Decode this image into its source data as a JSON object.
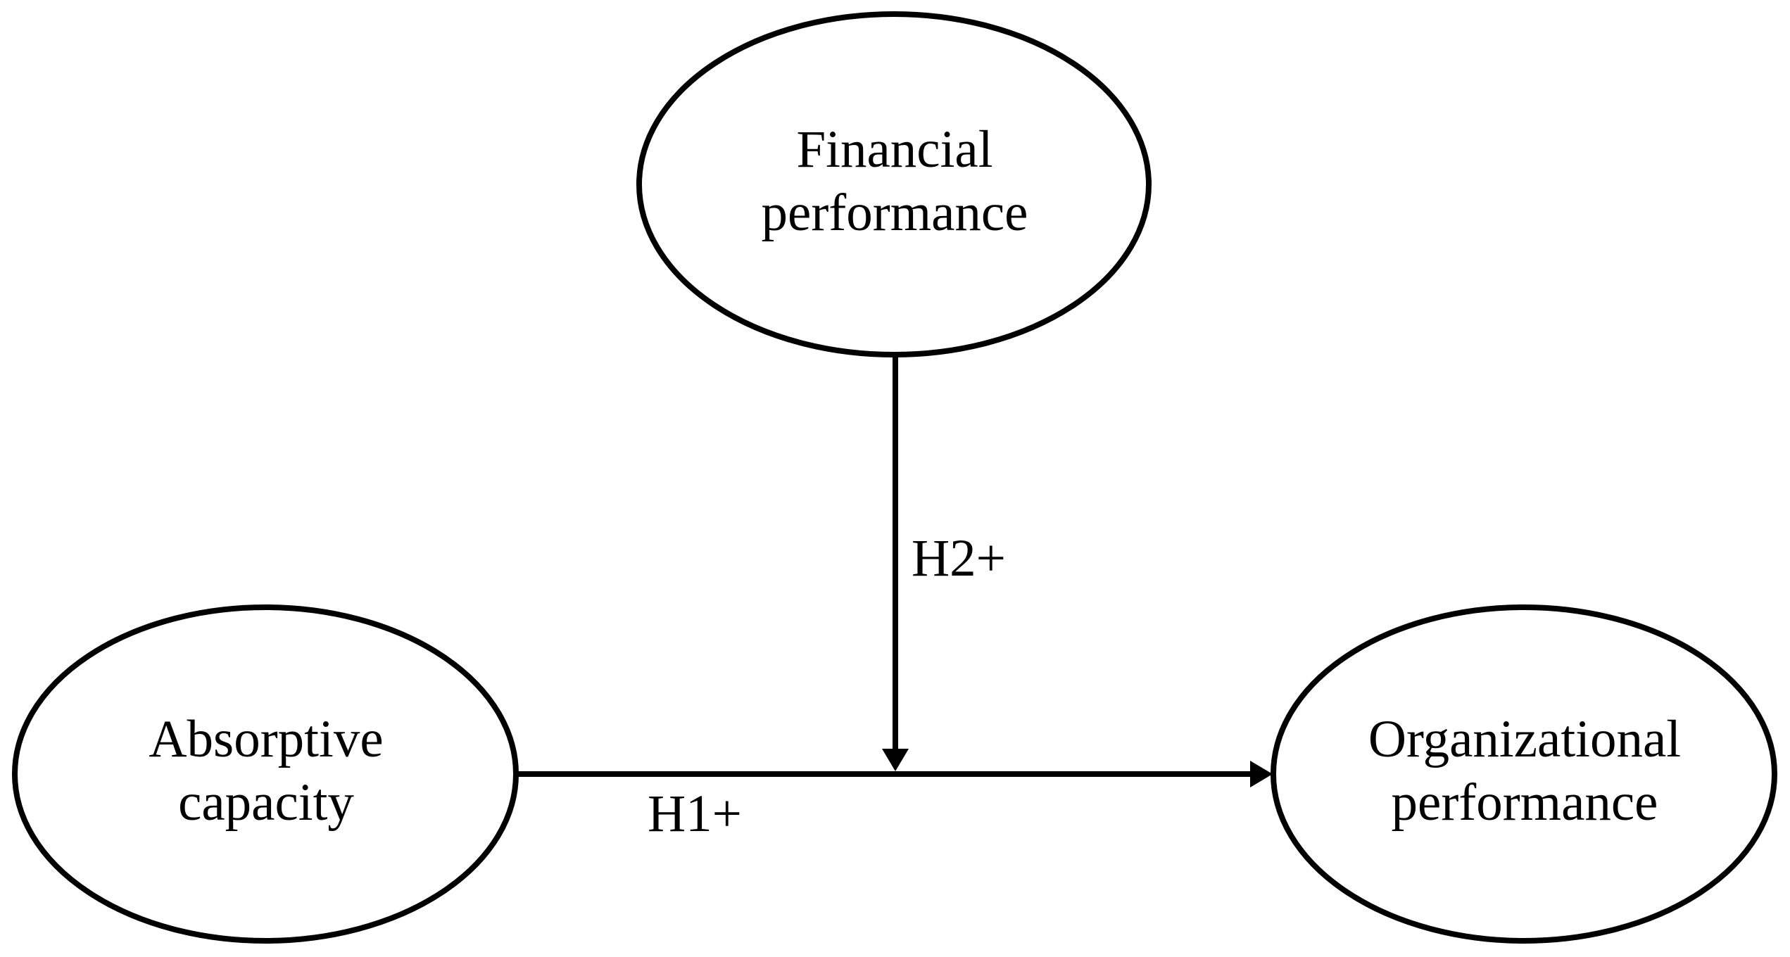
{
  "nodes": {
    "financial": {
      "line1": "Financial",
      "line2": "performance"
    },
    "absorptive": {
      "line1": "Absorptive",
      "line2": "capacity"
    },
    "organizational": {
      "line1": "Organizational",
      "line2": "performance"
    }
  },
  "edges": {
    "h1": {
      "label": "H1+",
      "from": "absorptive",
      "to": "organizational",
      "type": "direct-arrow"
    },
    "h2": {
      "label": "H2+",
      "from": "financial",
      "to": "h1-arrow",
      "type": "moderation-arrow"
    }
  },
  "colors": {
    "stroke": "#000000",
    "text": "#000000",
    "background": "#ffffff"
  }
}
